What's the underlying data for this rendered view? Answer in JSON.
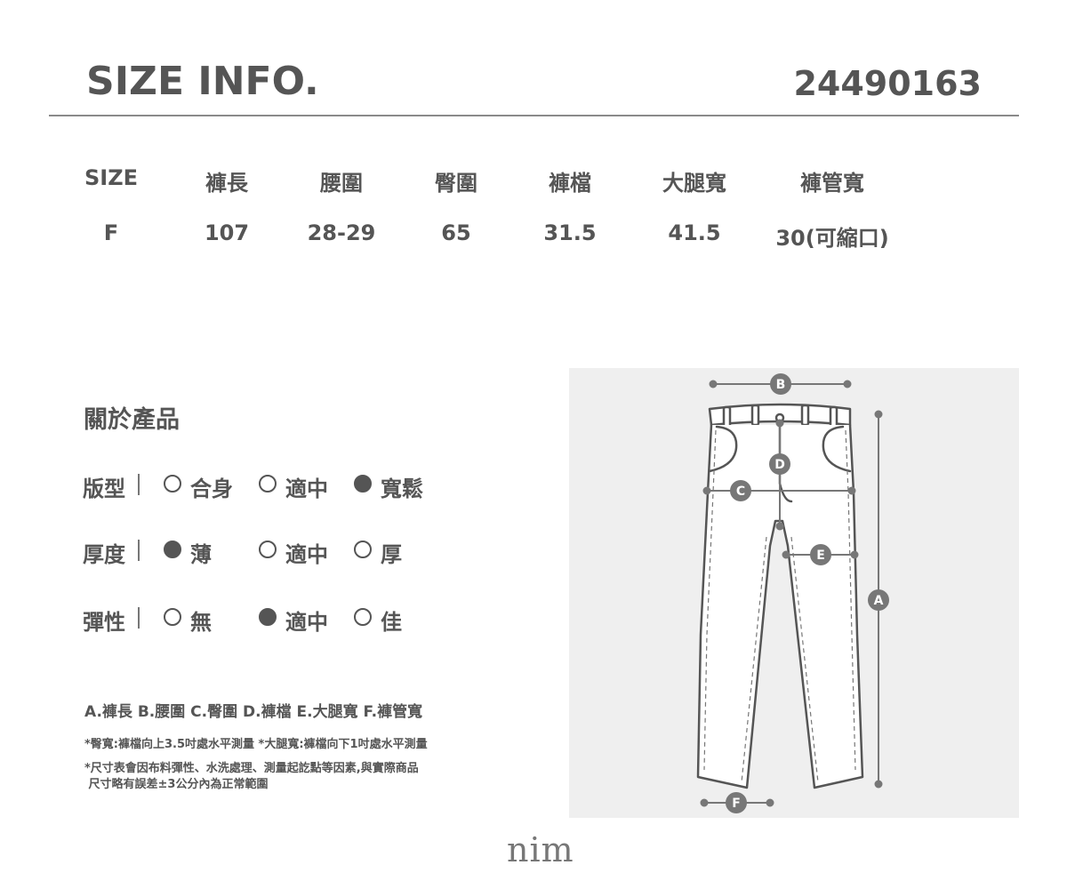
{
  "header": {
    "title": "SIZE INFO.",
    "code": "24490163"
  },
  "size_table": {
    "columns": [
      "SIZE",
      "褲長",
      "腰圍",
      "臀圍",
      "褲檔",
      "大腿寬",
      "褲管寬"
    ],
    "rows": [
      [
        "F",
        "107",
        "28-29",
        "65",
        "31.5",
        "41.5",
        "30(可縮口)"
      ]
    ]
  },
  "about": {
    "title": "關於產品",
    "attributes": [
      {
        "label": "版型",
        "options": [
          {
            "text": "合身",
            "selected": false
          },
          {
            "text": "適中",
            "selected": false
          },
          {
            "text": "寬鬆",
            "selected": true
          }
        ]
      },
      {
        "label": "厚度",
        "options": [
          {
            "text": "薄",
            "selected": true
          },
          {
            "text": "適中",
            "selected": false
          },
          {
            "text": "厚",
            "selected": false
          }
        ]
      },
      {
        "label": "彈性",
        "options": [
          {
            "text": "無",
            "selected": false
          },
          {
            "text": "適中",
            "selected": true
          },
          {
            "text": "佳",
            "selected": false
          }
        ]
      }
    ]
  },
  "legend": "A.褲長  B.腰圍  C.臀圍  D.褲檔  E.大腿寬  F.褲管寬",
  "notes": {
    "line1": "*臀寬:褲檔向上3.5吋處水平測量   *大腿寬:褲檔向下1吋處水平測量",
    "line2": "*尺寸表會因布料彈性、水洗處理、測量起訖點等因素,與實際商品",
    "line3": " 尺寸略有誤差±3公分內為正常範圍"
  },
  "diagram_labels": {
    "a": "A",
    "b": "B",
    "c": "C",
    "d": "D",
    "e": "E",
    "f": "F"
  },
  "brand": "nim",
  "colors": {
    "text": "#555555",
    "rule": "#8a8a8a",
    "diagram_bg": "#efefef",
    "marker": "#777777"
  }
}
